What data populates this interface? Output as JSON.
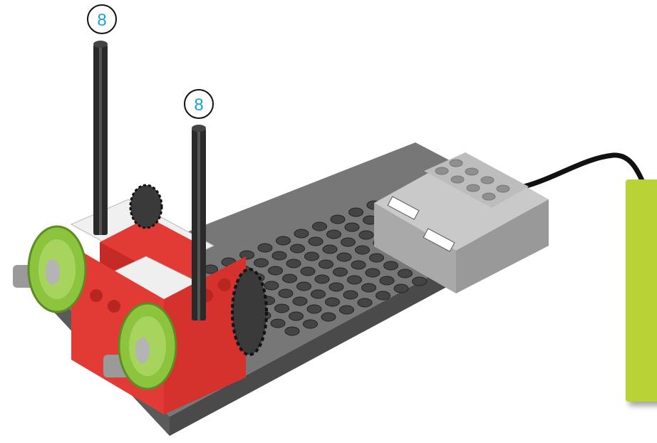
{
  "callouts": [
    {
      "label": "8"
    },
    {
      "label": "8"
    }
  ],
  "colors": {
    "base_plate": "#6f6f6f",
    "base_studs": "#555555",
    "red_bricks": "#e23a35",
    "white_bricks": "#f1f1f1",
    "axles": "#2a2a2a",
    "wheel_rims": "#8cc43e",
    "hub": "#b4b4b4",
    "cable": "#111111",
    "panel": "#b9d235",
    "callout_text": "#1aa0d8"
  },
  "icons": [
    "lego-model",
    "axle",
    "gear",
    "wheel",
    "smart-hub",
    "usb-cable"
  ]
}
